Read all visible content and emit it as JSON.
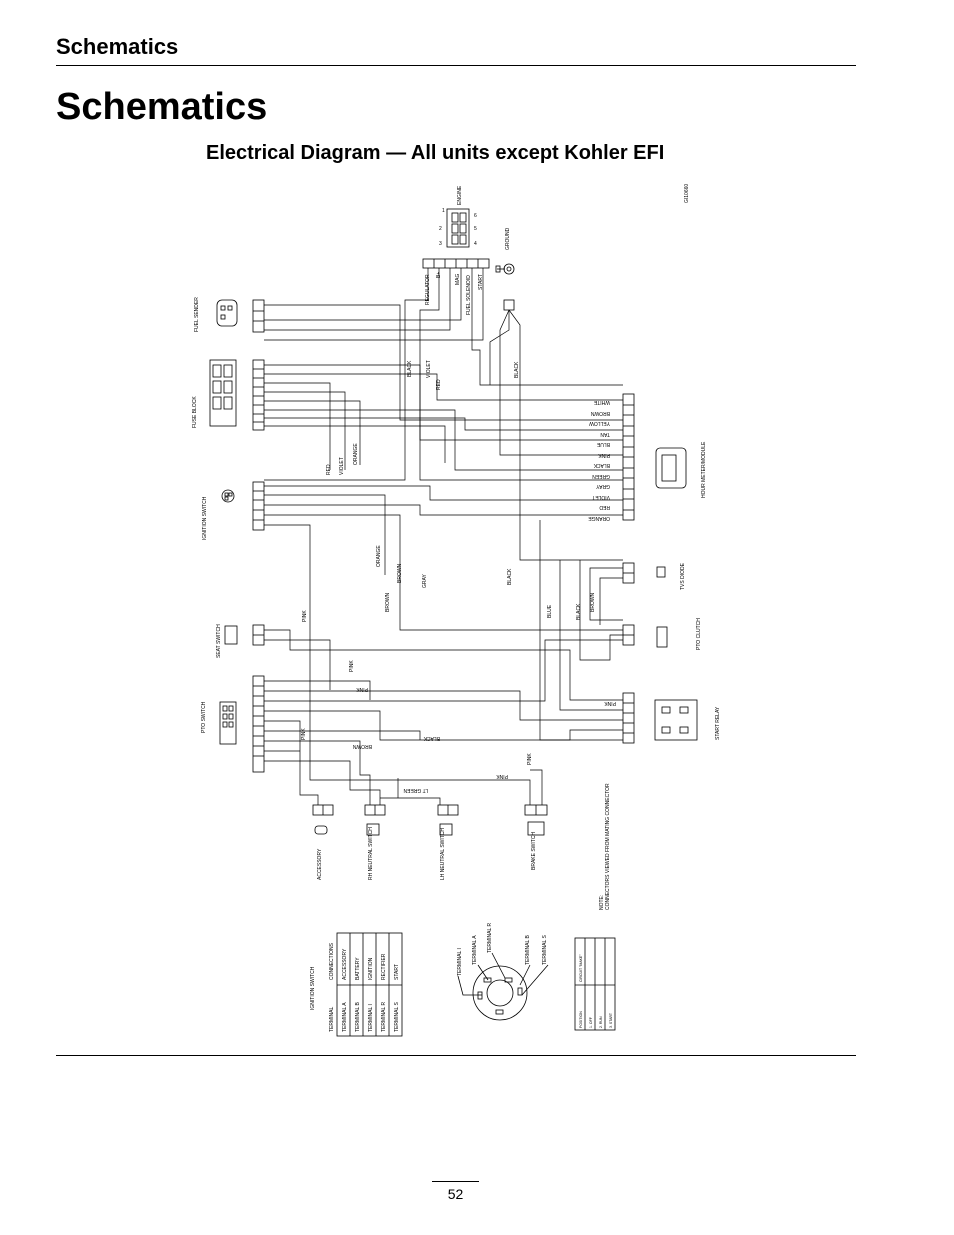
{
  "header": {
    "section": "Schematics"
  },
  "title": "Schematics",
  "subtitle": "Electrical Diagram — All units except Kohler EFI",
  "figure_id": "GI10660",
  "page_number": "52",
  "components": {
    "engine": "ENGINE",
    "ground": "GROUND",
    "fuel_sender": "FUEL SENDER",
    "fuse_block": "FUSE BLOCK",
    "ignition_switch": "IGNITION SWITCH",
    "seat_switch": "SEAT SWITCH",
    "pto_switch": "PTO SWITCH",
    "hour_meter": "HOUR METER/MODULE",
    "tvs_diode": "TVS DIODE",
    "pto_clutch": "PTO CLUTCH",
    "start_relay": "START RELAY",
    "accessory": "ACCESSORY",
    "rh_neutral": "RH NEUTRAL SWITCH",
    "lh_neutral": "LH NEUTRAL SWITCH",
    "brake": "BRAKE SWITCH"
  },
  "engine_labels": [
    "REGULATOR",
    "B+",
    "MAG",
    "FUEL SOLENOID",
    "START"
  ],
  "hour_meter_wires": [
    "WHITE",
    "BROWN",
    "YELLOW",
    "TAN",
    "BLUE",
    "PINK",
    "BLACK",
    "GREEN",
    "GRAY",
    "VIOLET",
    "RED",
    "ORANGE"
  ],
  "wire_labels": {
    "black": "BLACK",
    "violet": "VIOLET",
    "red": "RED",
    "orange": "ORANGE",
    "pink": "PINK",
    "brown": "BROWN",
    "gray": "GRAY",
    "blue": "BLUE",
    "lt_green": "LT GREEN"
  },
  "note": {
    "label": "NOTE:",
    "text": "CONNECTORS VIEWED FROM MATING CONNECTOR"
  },
  "ign_table": {
    "title": "IGNITION SWITCH",
    "headers": [
      "TERMINAL",
      "CONNECTIONS"
    ],
    "rows": [
      [
        "TERMINAL A",
        "ACCESSORY"
      ],
      [
        "TERMINAL B",
        "BATTERY"
      ],
      [
        "TERMINAL I",
        "IGNITION"
      ],
      [
        "TERMINAL R",
        "RECTIFIER"
      ],
      [
        "TERMINAL S",
        "START"
      ]
    ]
  },
  "terminals": [
    "TERMINAL I",
    "TERMINAL A",
    "TERMINAL R",
    "TERMINAL B",
    "TERMINAL S"
  ],
  "pos_table": {
    "headers": [
      "POSITION",
      "CIRCUIT \"MAKE\""
    ],
    "rows": [
      [
        "1. OFF",
        ""
      ],
      [
        "2. RUN",
        ""
      ],
      [
        "3. START",
        ""
      ]
    ]
  },
  "colors": {
    "ink": "#000000",
    "background": "#ffffff"
  }
}
